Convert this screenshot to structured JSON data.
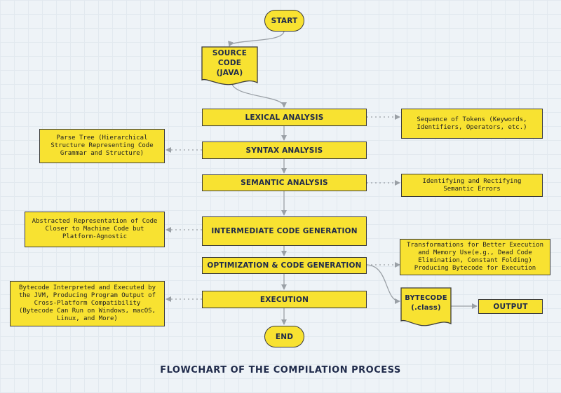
{
  "title": "FLOWCHART OF THE COMPILATION PROCESS",
  "colors": {
    "fill": "#f8e231",
    "stroke": "#3b3b3b",
    "text": "#1f2a4a",
    "connector": "#9aa0a6",
    "background": "#eef3f7"
  },
  "nodes": {
    "start": "START",
    "source": "SOURCE CODE\n(JAVA)",
    "lexical": "LEXICAL ANALYSIS",
    "syntax": "SYNTAX ANALYSIS",
    "semantic": "SEMANTIC ANALYSIS",
    "intermediate": "INTERMEDIATE CODE GENERATION",
    "optimization": "OPTIMIZATION & CODE GENERATION",
    "execution": "EXECUTION",
    "end": "END",
    "bytecode": "BYTECODE\n(.class)",
    "output": "OUTPUT"
  },
  "notes": {
    "tokens": "Sequence of Tokens (Keywords,\nIdentifiers, Operators, etc.)",
    "parse_tree": "Parse Tree (Hierarchical\nStructure Representing Code\nGrammar and Structure)",
    "semantic_errors": "Identifying and Rectifying\nSemantic Errors",
    "abstracted": "Abstracted Representation of Code\nCloser to Machine Code but\nPlatform-Agnostic",
    "transformations": "Transformations for Better Execution\nand Memory Use(e.g., Dead Code\nElimination, Constant Folding)\nProducing Bytecode for Execution",
    "interpreted": "Bytecode Interpreted and Executed by\nthe JVM, Producing Program Output of\nCross-Platform Compatibility\n(Bytecode Can Run on Windows, macOS,\nLinux, and More)"
  }
}
